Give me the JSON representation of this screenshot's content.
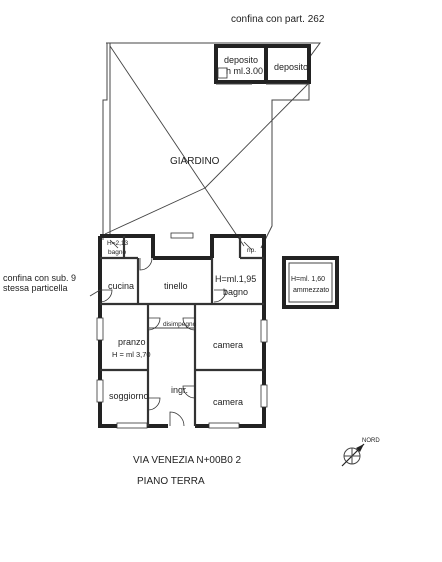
{
  "labels": {
    "confina_part": "confina con part. 262",
    "deposito_1": "deposito",
    "deposito_1_h": "h ml.3.00",
    "deposito_2": "deposito",
    "giardino": "GIARDINO",
    "bagno_small_h": "H=2,13",
    "bagno_small": "bagno",
    "rip": "rip.",
    "confina_sub_1": "confina con sub. 9",
    "confina_sub_2": "stessa particella",
    "cucina": "cucina",
    "tinello": "tinello",
    "bagno_h": "H=ml.1,95",
    "bagno": "bagno",
    "ammezzato_h": "H=ml. 1,60",
    "ammezzato": "ammezzato",
    "disimpegno": "disimpegno",
    "pranzo": "pranzo",
    "pranzo_h": "H = ml 3,70",
    "camera_1": "camera",
    "soggiorno": "soggiorno",
    "ingr": "ingr.",
    "camera_2": "camera",
    "nord": "NORD",
    "via": "VIA  VENEZIA  N+00B0 2",
    "piano": "PIANO TERRA"
  }
}
